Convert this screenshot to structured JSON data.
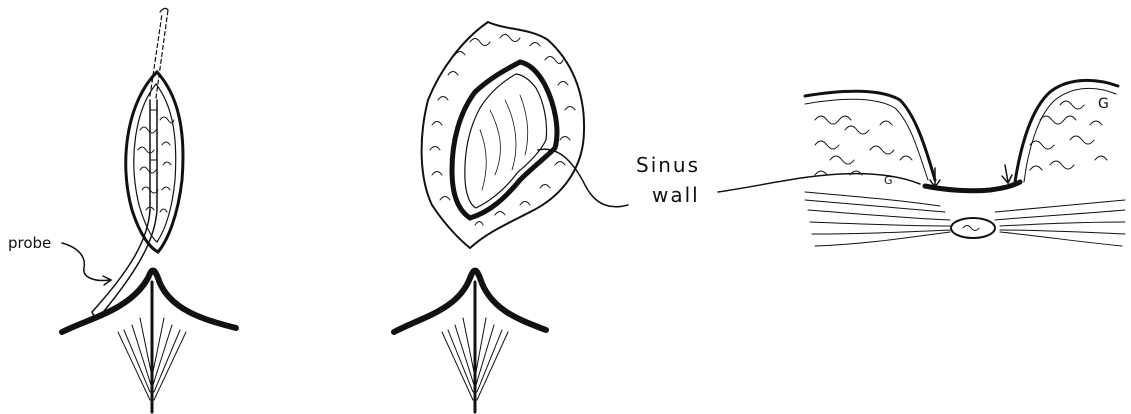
{
  "labels": {
    "probe": "probe",
    "sinus_line1": "Sinus",
    "sinus_line2": "wall",
    "granulation_mark": "G"
  },
  "colors": {
    "ink": "#111111",
    "background": "#ffffff"
  }
}
